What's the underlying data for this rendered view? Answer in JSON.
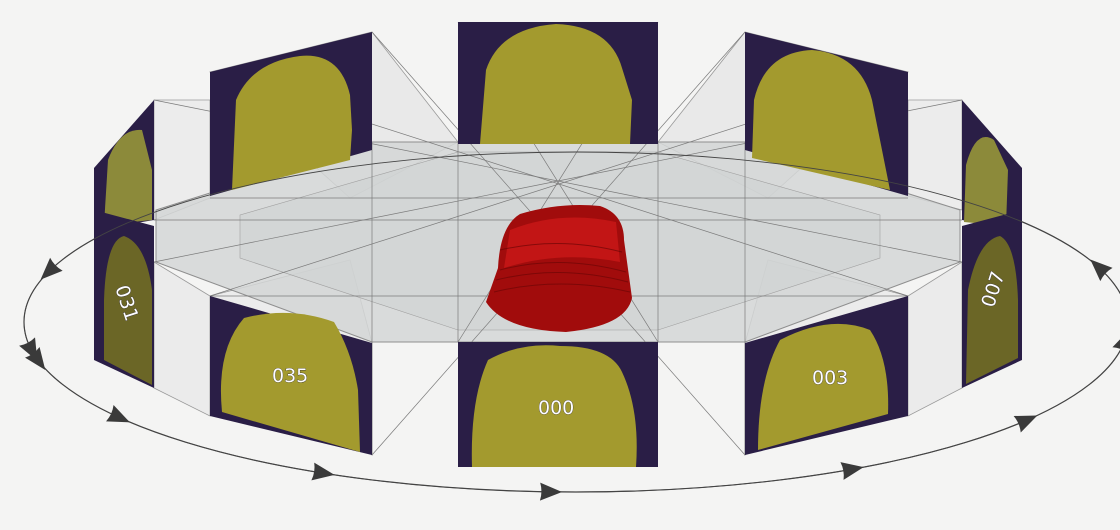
{
  "colors": {
    "background": "#f4f4f3",
    "panel_backdrop": "#2a1e46",
    "silhouette": "#a39a2e",
    "object": "#b30d0d",
    "orbit": "#444444",
    "panel_edge": "#9a9a9a",
    "platform_fill": "#d4d6d6"
  },
  "object": {
    "name": "red-3d-object"
  },
  "orbit": {
    "arrow_count": 10
  },
  "views": [
    {
      "id": "back-left",
      "label": ""
    },
    {
      "id": "back-center",
      "label": ""
    },
    {
      "id": "back-right",
      "label": ""
    },
    {
      "id": "left-far",
      "label": "031"
    },
    {
      "id": "right-far",
      "label": "007"
    },
    {
      "id": "front-left",
      "label": "035"
    },
    {
      "id": "front-center",
      "label": "000"
    },
    {
      "id": "front-right",
      "label": "003"
    }
  ]
}
